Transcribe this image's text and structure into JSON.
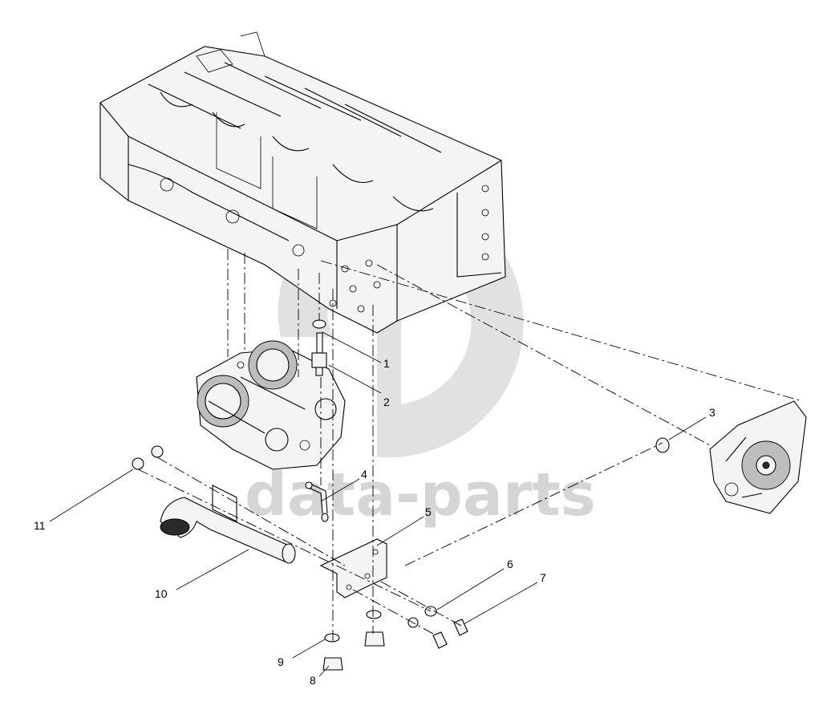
{
  "watermark": {
    "text": "data-parts",
    "color": "#c8c8c8"
  },
  "callouts": [
    {
      "number": "1"
    },
    {
      "number": "2"
    },
    {
      "number": "3"
    },
    {
      "number": "4"
    },
    {
      "number": "5"
    },
    {
      "number": "6"
    },
    {
      "number": "7"
    },
    {
      "number": "8"
    },
    {
      "number": "9"
    },
    {
      "number": "10"
    },
    {
      "number": "11"
    }
  ]
}
